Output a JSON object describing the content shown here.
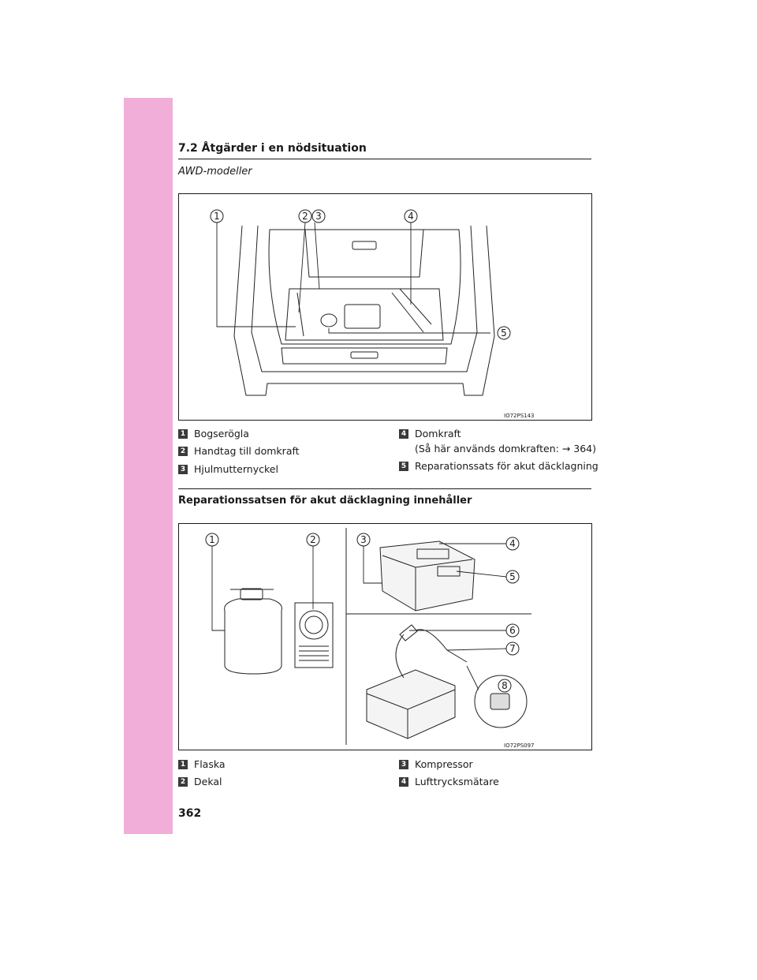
{
  "section": {
    "title": "7.2  Åtgärder i en nödsituation"
  },
  "figure1": {
    "subtitle": "AWD-modeller",
    "code": "IO72PS143",
    "callouts": [
      "1",
      "2",
      "3",
      "4",
      "5"
    ]
  },
  "legend1": {
    "items": [
      {
        "num": "1",
        "text": "Bogserögla"
      },
      {
        "num": "2",
        "text": "Handtag till domkraft"
      },
      {
        "num": "3",
        "text": "Hjulmutternyckel"
      },
      {
        "num": "4",
        "text": "Domkraft"
      },
      {
        "num": "5",
        "text": "Reparationssats för akut däcklagning"
      }
    ],
    "note": "(Så här används domkraften: → 364)"
  },
  "kit": {
    "heading": "Reparationssatsen för akut däcklagning innehåller"
  },
  "figure2": {
    "code": "IO72PS097",
    "callouts": [
      "1",
      "2",
      "3",
      "4",
      "5",
      "6",
      "7",
      "8"
    ]
  },
  "legend2": {
    "items": [
      {
        "num": "1",
        "text": "Flaska"
      },
      {
        "num": "2",
        "text": "Dekal"
      },
      {
        "num": "3",
        "text": "Kompressor"
      },
      {
        "num": "4",
        "text": "Lufttrycksmätare"
      }
    ]
  },
  "page": {
    "number": "362"
  },
  "colors": {
    "tab": "#f1aed8",
    "ink": "#1a1a1a"
  }
}
